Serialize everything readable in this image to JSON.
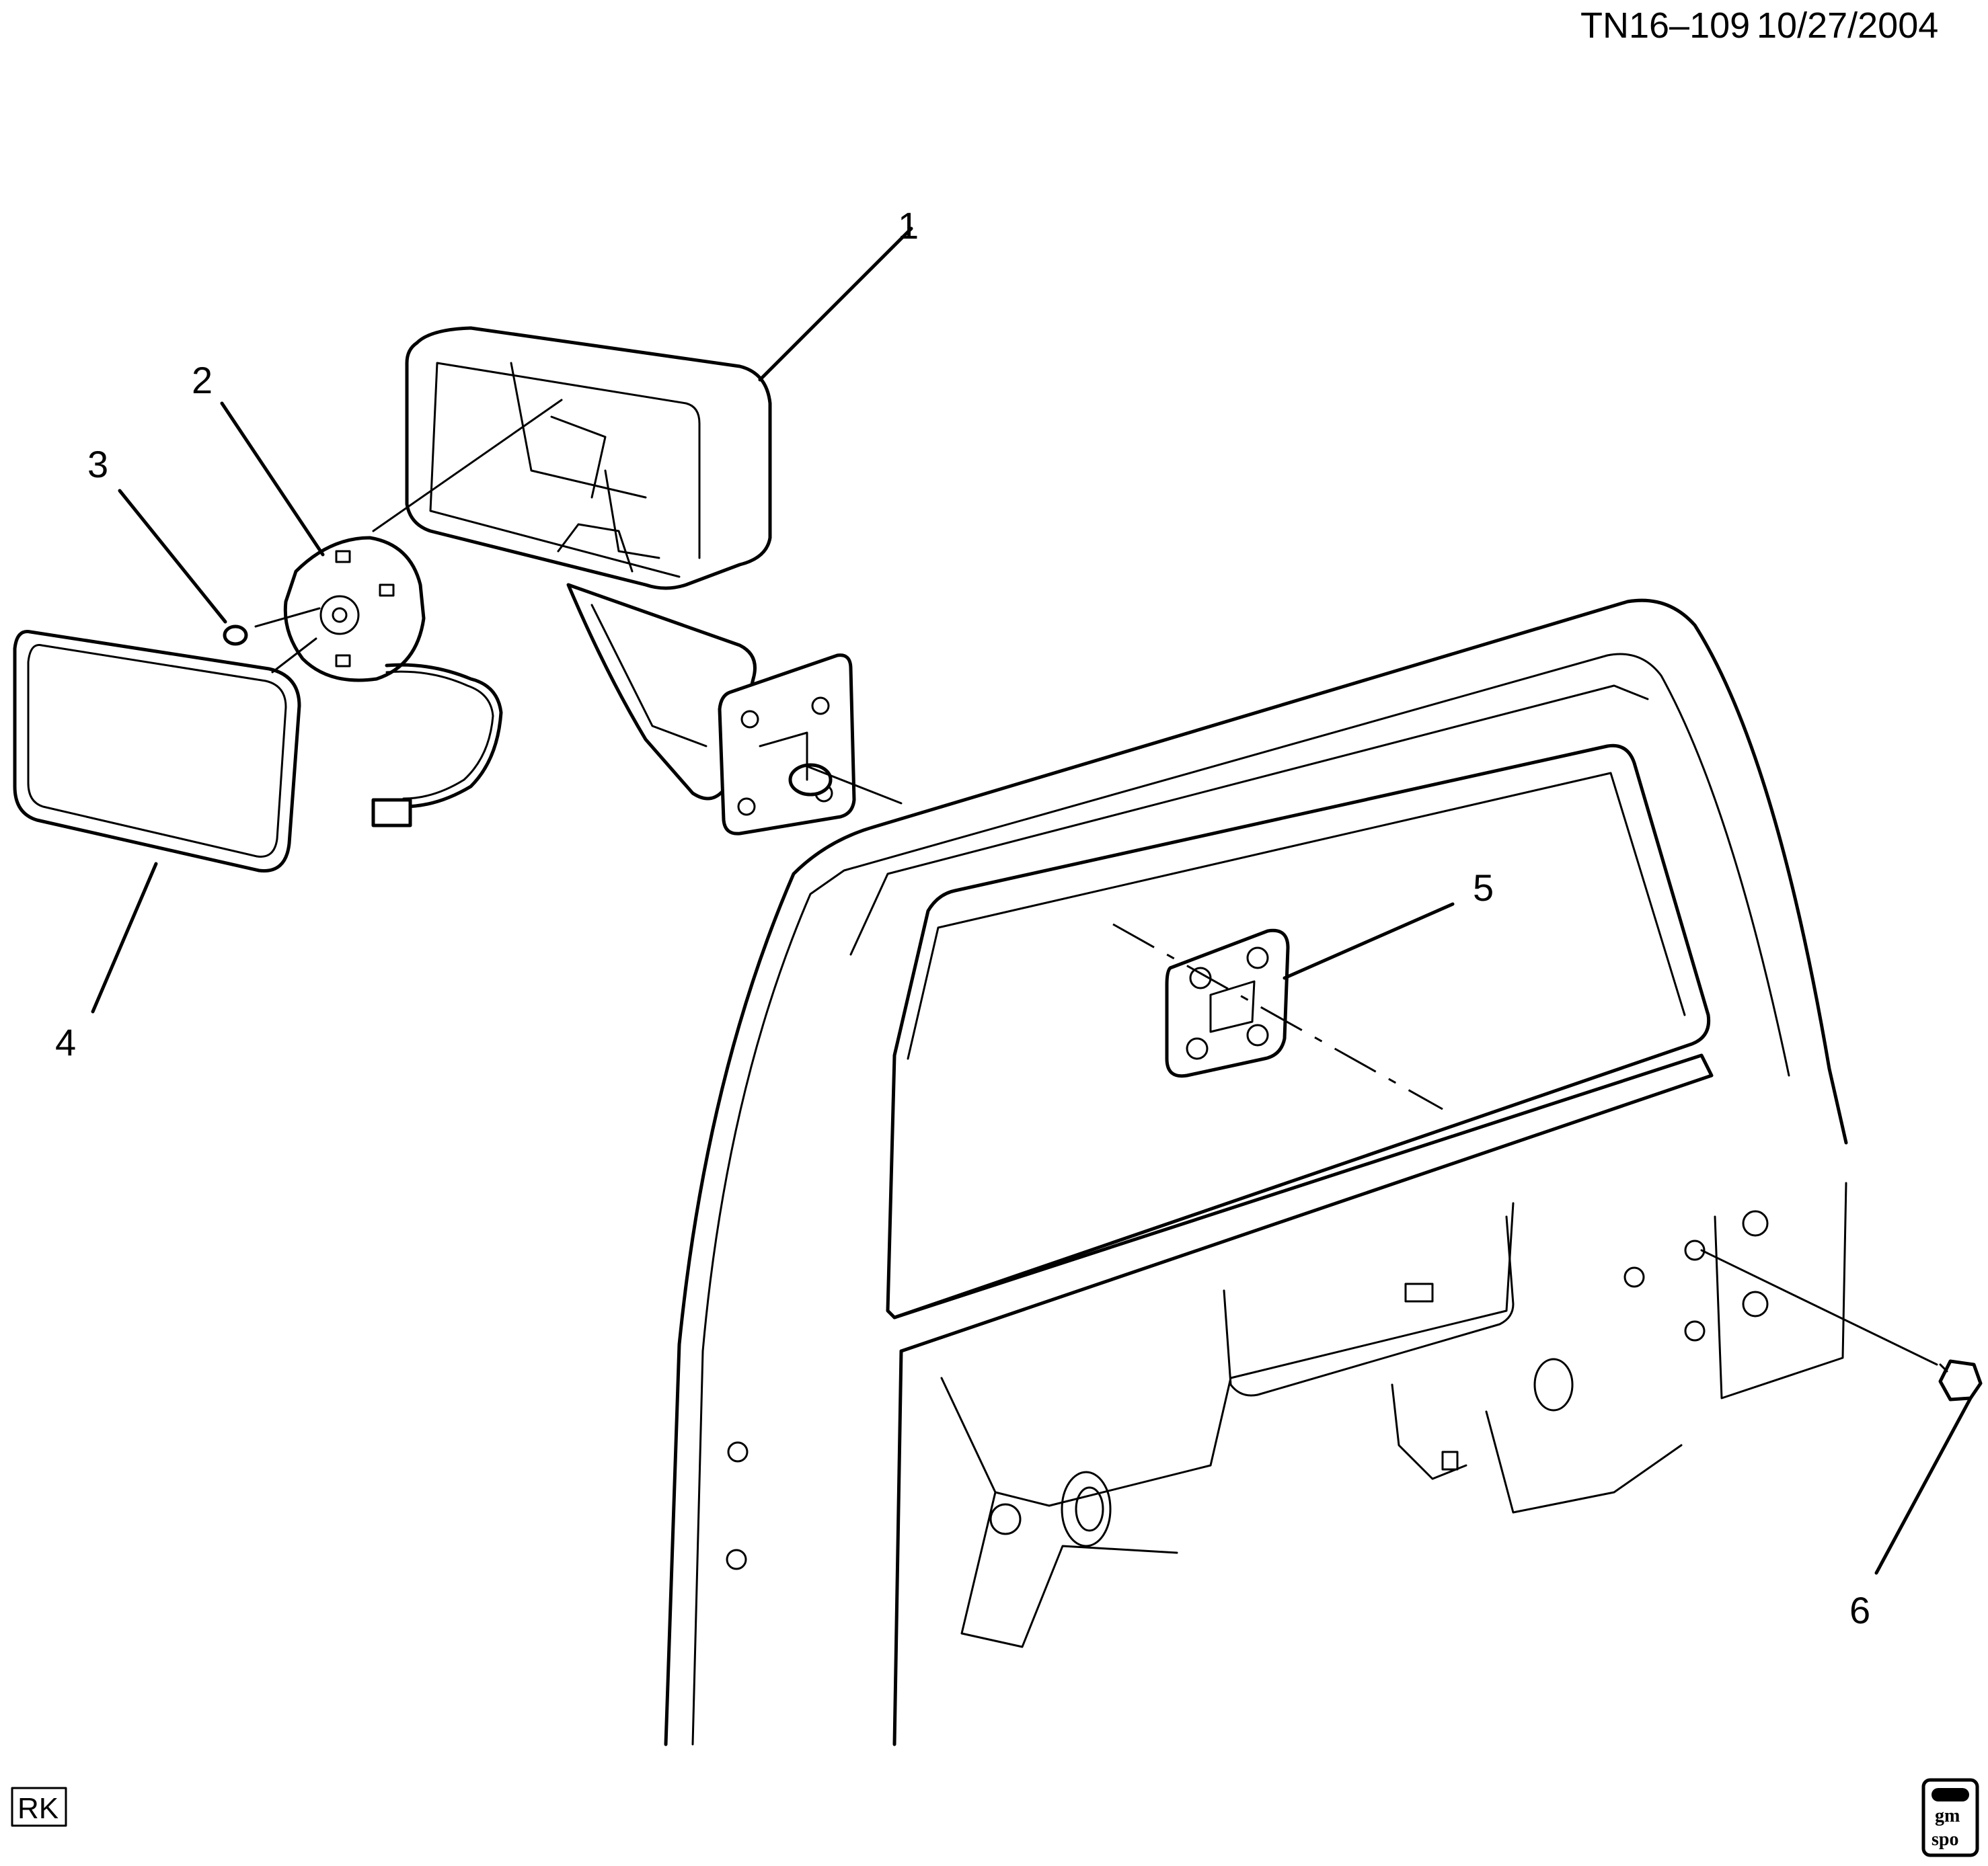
{
  "header": {
    "drawing_id": "TN16–109",
    "date": "10/27/2004"
  },
  "callouts": [
    {
      "number": "1",
      "part": "mirror-housing"
    },
    {
      "number": "2",
      "part": "mirror-actuator-motor"
    },
    {
      "number": "3",
      "part": "actuator-pin"
    },
    {
      "number": "4",
      "part": "mirror-glass"
    },
    {
      "number": "5",
      "part": "mirror-gasket"
    },
    {
      "number": "6",
      "part": "mounting-nut"
    }
  ],
  "footer": {
    "view_tag": "RK",
    "logo_text_top": "gm",
    "logo_text_bottom": "spo"
  }
}
